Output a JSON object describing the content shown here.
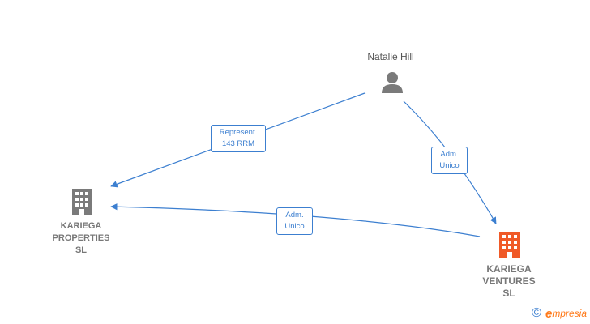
{
  "nodes": {
    "person": {
      "name": "Natalie Hill"
    },
    "company_left": {
      "lines": [
        "KARIEGA",
        "PROPERTIES",
        "SL"
      ],
      "color": "#7a7a7a"
    },
    "company_right": {
      "lines": [
        "KARIEGA",
        "VENTURES",
        "SL"
      ],
      "color": "#f05a28"
    }
  },
  "edges": {
    "represent": {
      "line1": "Represent.",
      "line2": "143 RRM"
    },
    "adm_right": {
      "line1": "Adm.",
      "line2": "Unico"
    },
    "adm_left": {
      "line1": "Adm.",
      "line2": "Unico"
    }
  },
  "colors": {
    "edge": "#3c7fd0",
    "person_icon": "#7a7a7a"
  },
  "footer": {
    "copyright": "©",
    "brand_initial": "e",
    "brand_rest": "mpresia"
  }
}
